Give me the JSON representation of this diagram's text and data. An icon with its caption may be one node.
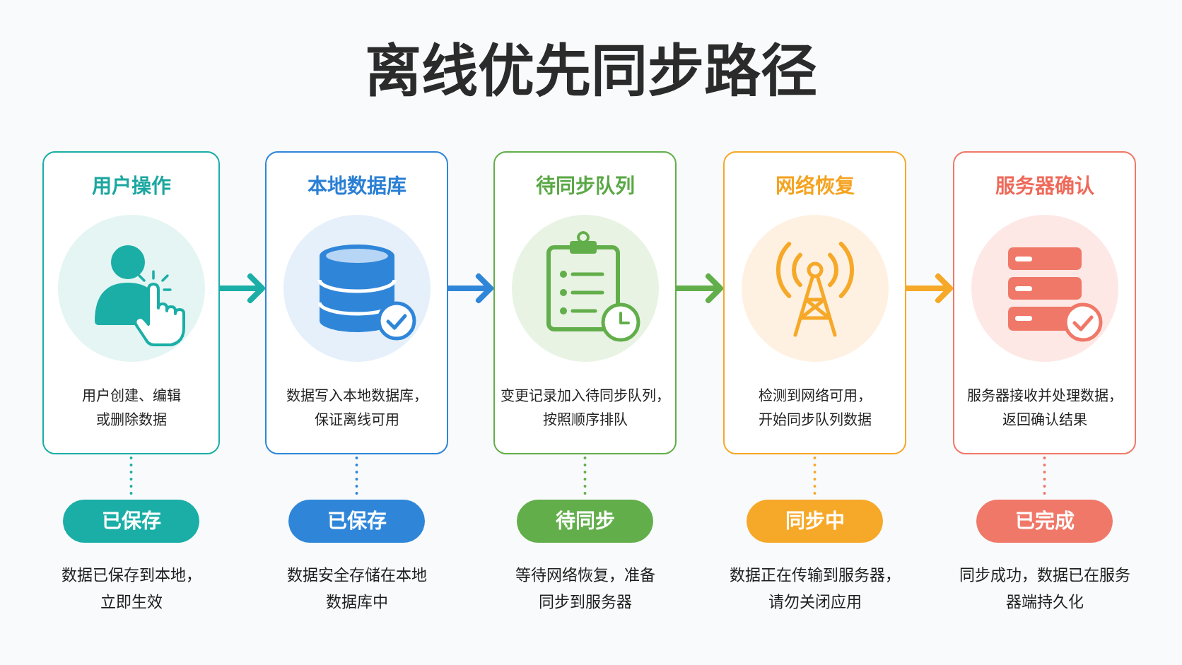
{
  "diagram": {
    "title": "离线优先同步路径",
    "nodes": [
      {
        "text": [
          "用户操作",
          "用户创建、编辑或删除数据"
        ]
      },
      {
        "text": [
          "本地数据库",
          "数据写入本地数据库，保证离线可用"
        ]
      },
      {
        "text": [
          "待同步队列",
          "变更记录加入待同步队列，按照顺序排队"
        ]
      },
      {
        "text": [
          "网络恢复",
          "检测到网络可用，开始同步队列数据"
        ]
      },
      {
        "text": [
          "服务器确认",
          "服务器接收并处理数据，返回确认结果"
        ]
      },
      {
        "text": [
          "已保存"
        ],
        "beside": [
          "数据已保存到本地，立即生效"
        ]
      },
      {
        "text": [
          "已保存"
        ],
        "beside": [
          "数据安全存储在本地数据库中"
        ]
      },
      {
        "text": [
          "待同步"
        ],
        "beside": [
          "等待网络恢复，准备同步到服务器"
        ]
      },
      {
        "text": [
          "同步中"
        ],
        "beside": [
          "数据正在传输到服务器，请勿关闭应用"
        ]
      },
      {
        "text": [
          "已完成"
        ],
        "beside": [
          "同步成功，数据已在服务器端持久化"
        ]
      }
    ],
    "edges": [
      {
        "from": 0,
        "to": 1,
        "arrow": "to",
        "color": "#1aaea6"
      },
      {
        "from": 1,
        "to": 2,
        "arrow": "to",
        "color": "#2f86d9"
      },
      {
        "from": 2,
        "to": 3,
        "arrow": "to",
        "color": "#62ae4b"
      },
      {
        "from": 3,
        "to": 4,
        "arrow": "to",
        "color": "#f6a828"
      },
      {
        "from": 0,
        "to": 5,
        "arrow": "none",
        "style": "dashed",
        "color": "#1aaea6"
      },
      {
        "from": 1,
        "to": 6,
        "arrow": "none",
        "style": "dashed",
        "color": "#2f86d9"
      },
      {
        "from": 2,
        "to": 7,
        "arrow": "none",
        "style": "dashed",
        "color": "#62ae4b"
      },
      {
        "from": 3,
        "to": 8,
        "arrow": "none",
        "style": "dashed",
        "color": "#f6a828"
      },
      {
        "from": 4,
        "to": 9,
        "arrow": "none",
        "style": "dashed",
        "color": "#f07868"
      }
    ]
  }
}
